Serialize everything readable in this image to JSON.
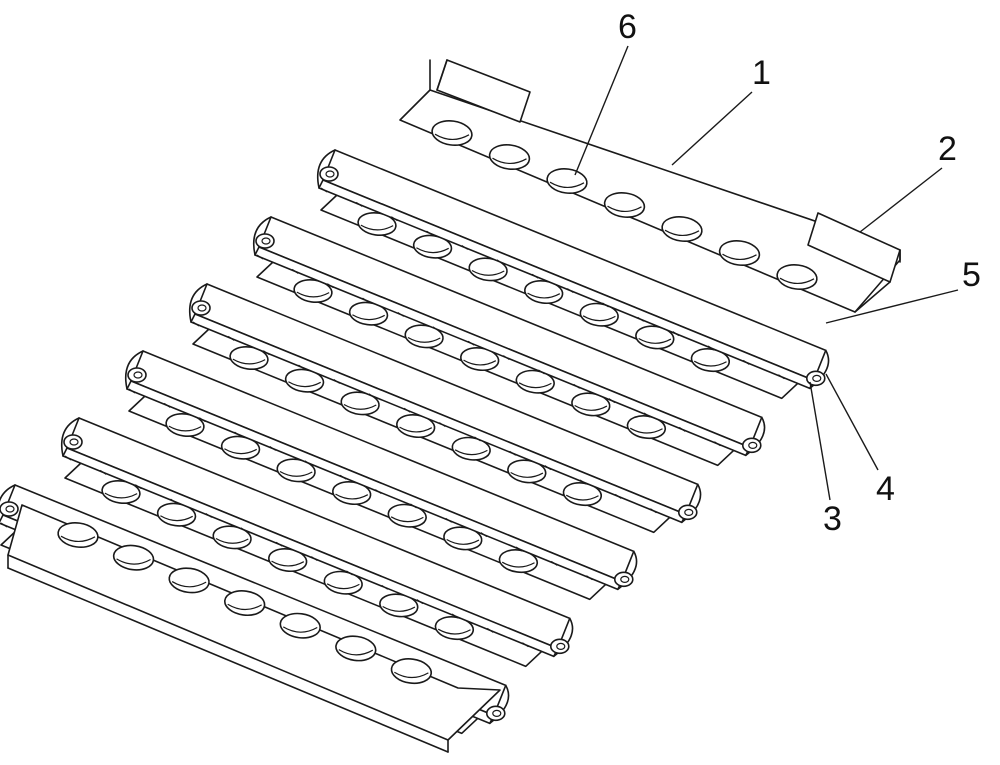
{
  "diagram": {
    "callouts": [
      {
        "id": "callout-1",
        "text": "1"
      },
      {
        "id": "callout-2",
        "text": "2"
      },
      {
        "id": "callout-3",
        "text": "3"
      },
      {
        "id": "callout-4",
        "text": "4"
      },
      {
        "id": "callout-5",
        "text": "5"
      },
      {
        "id": "callout-6",
        "text": "6"
      }
    ],
    "counts": {
      "bars": 6,
      "holes_per_row": 7
    },
    "stroke_color": "#1a1a1a",
    "background_color": "#ffffff"
  }
}
